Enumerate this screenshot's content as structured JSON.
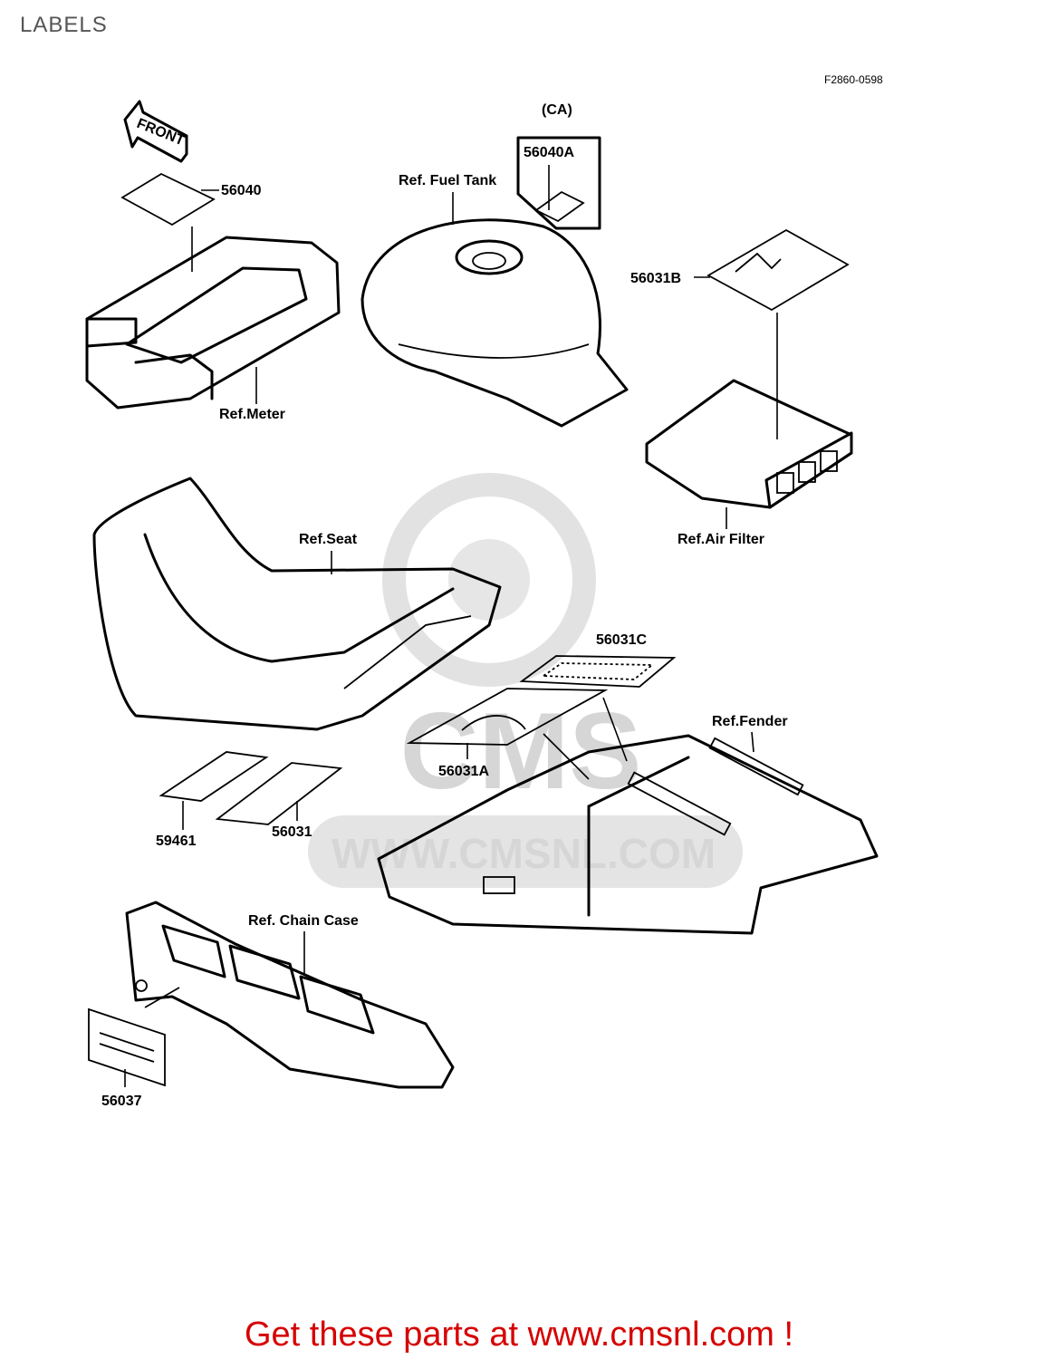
{
  "page": {
    "title": "LABELS",
    "figure_code": "F2860-0598"
  },
  "diagram": {
    "front_arrow": "FRONT",
    "ca_note": "(CA)",
    "callouts": {
      "c56040": "56040",
      "c56040a": "56040A",
      "c56031b": "56031B",
      "c56031c": "56031C",
      "c56031a": "56031A",
      "c59461": "59461",
      "c56031": "56031",
      "c56037": "56037"
    },
    "refs": {
      "fuel_tank": "Ref. Fuel Tank",
      "meter": "Ref.Meter",
      "air_filter": "Ref.Air Filter",
      "seat": "Ref.Seat",
      "fender": "Ref.Fender",
      "chain_case": "Ref. Chain Case"
    }
  },
  "watermark": {
    "brand": "CMS",
    "url": "WWW.CMSNL.COM"
  },
  "footer": {
    "text": "Get these parts at www.cmsnl.com !"
  },
  "colors": {
    "footer": "#d60000",
    "watermark": "#d6d6d6",
    "title": "#555555"
  }
}
